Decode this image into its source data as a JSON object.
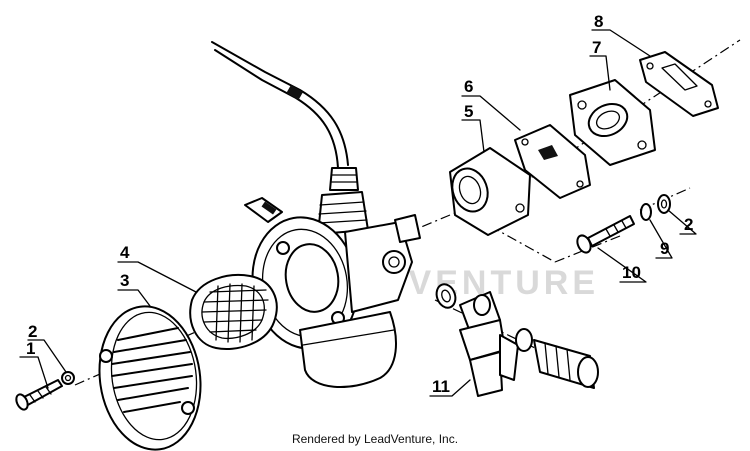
{
  "watermark": "LEADVENTURE",
  "footer": "Rendered by LeadVenture, Inc.",
  "callouts": [
    {
      "id": "1",
      "label": "1"
    },
    {
      "id": "2a",
      "label": "2"
    },
    {
      "id": "3",
      "label": "3"
    },
    {
      "id": "4",
      "label": "4"
    },
    {
      "id": "5",
      "label": "5"
    },
    {
      "id": "6",
      "label": "6"
    },
    {
      "id": "7",
      "label": "7"
    },
    {
      "id": "8",
      "label": "8"
    },
    {
      "id": "9",
      "label": "9"
    },
    {
      "id": "2b",
      "label": "2"
    },
    {
      "id": "10",
      "label": "10"
    },
    {
      "id": "11",
      "label": "11"
    }
  ]
}
